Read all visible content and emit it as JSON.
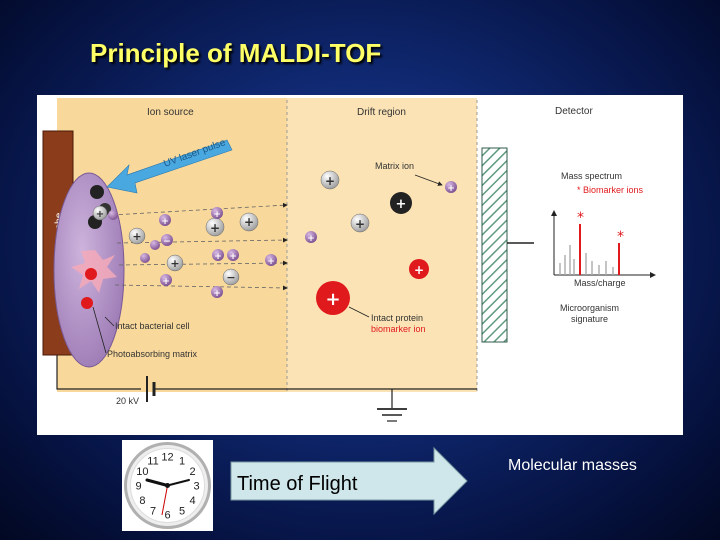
{
  "slide": {
    "title": "Principle of MALDI-TOF"
  },
  "diagram": {
    "regions": {
      "ion_source": "Ion source",
      "drift": "Drift region",
      "detector": "Detector"
    },
    "sample_probe": "Sample probe",
    "uv_pulse": "UV laser pulse",
    "matrix_ion": "Matrix ion",
    "intact_cell": "Intact bacterial cell",
    "photo_matrix": "Photoabsorbing matrix",
    "voltage": "20 kV",
    "intact_protein": "Intact protein",
    "biomarker_ion": "biomarker ion",
    "mass_spectrum": "Mass spectrum",
    "biomarker_ions_legend": "* Biomarker ions",
    "mass_charge": "Mass/charge",
    "microorganism": "Microorganism",
    "signature": "signature",
    "star": "*"
  },
  "clock": {
    "numbers": [
      "12",
      "1",
      "2",
      "3",
      "4",
      "5",
      "6",
      "7",
      "8",
      "9",
      "10",
      "11"
    ]
  },
  "flow": {
    "tof_label": "Time of Flight",
    "result_label": "Molecular masses"
  },
  "colors": {
    "title": "#ffff66",
    "panel_tan": "#f9d99b",
    "biomarker_red": "#e0191c",
    "arrow_fill": "#cfe6ea",
    "uv_arrow": "#4aa8e0"
  }
}
